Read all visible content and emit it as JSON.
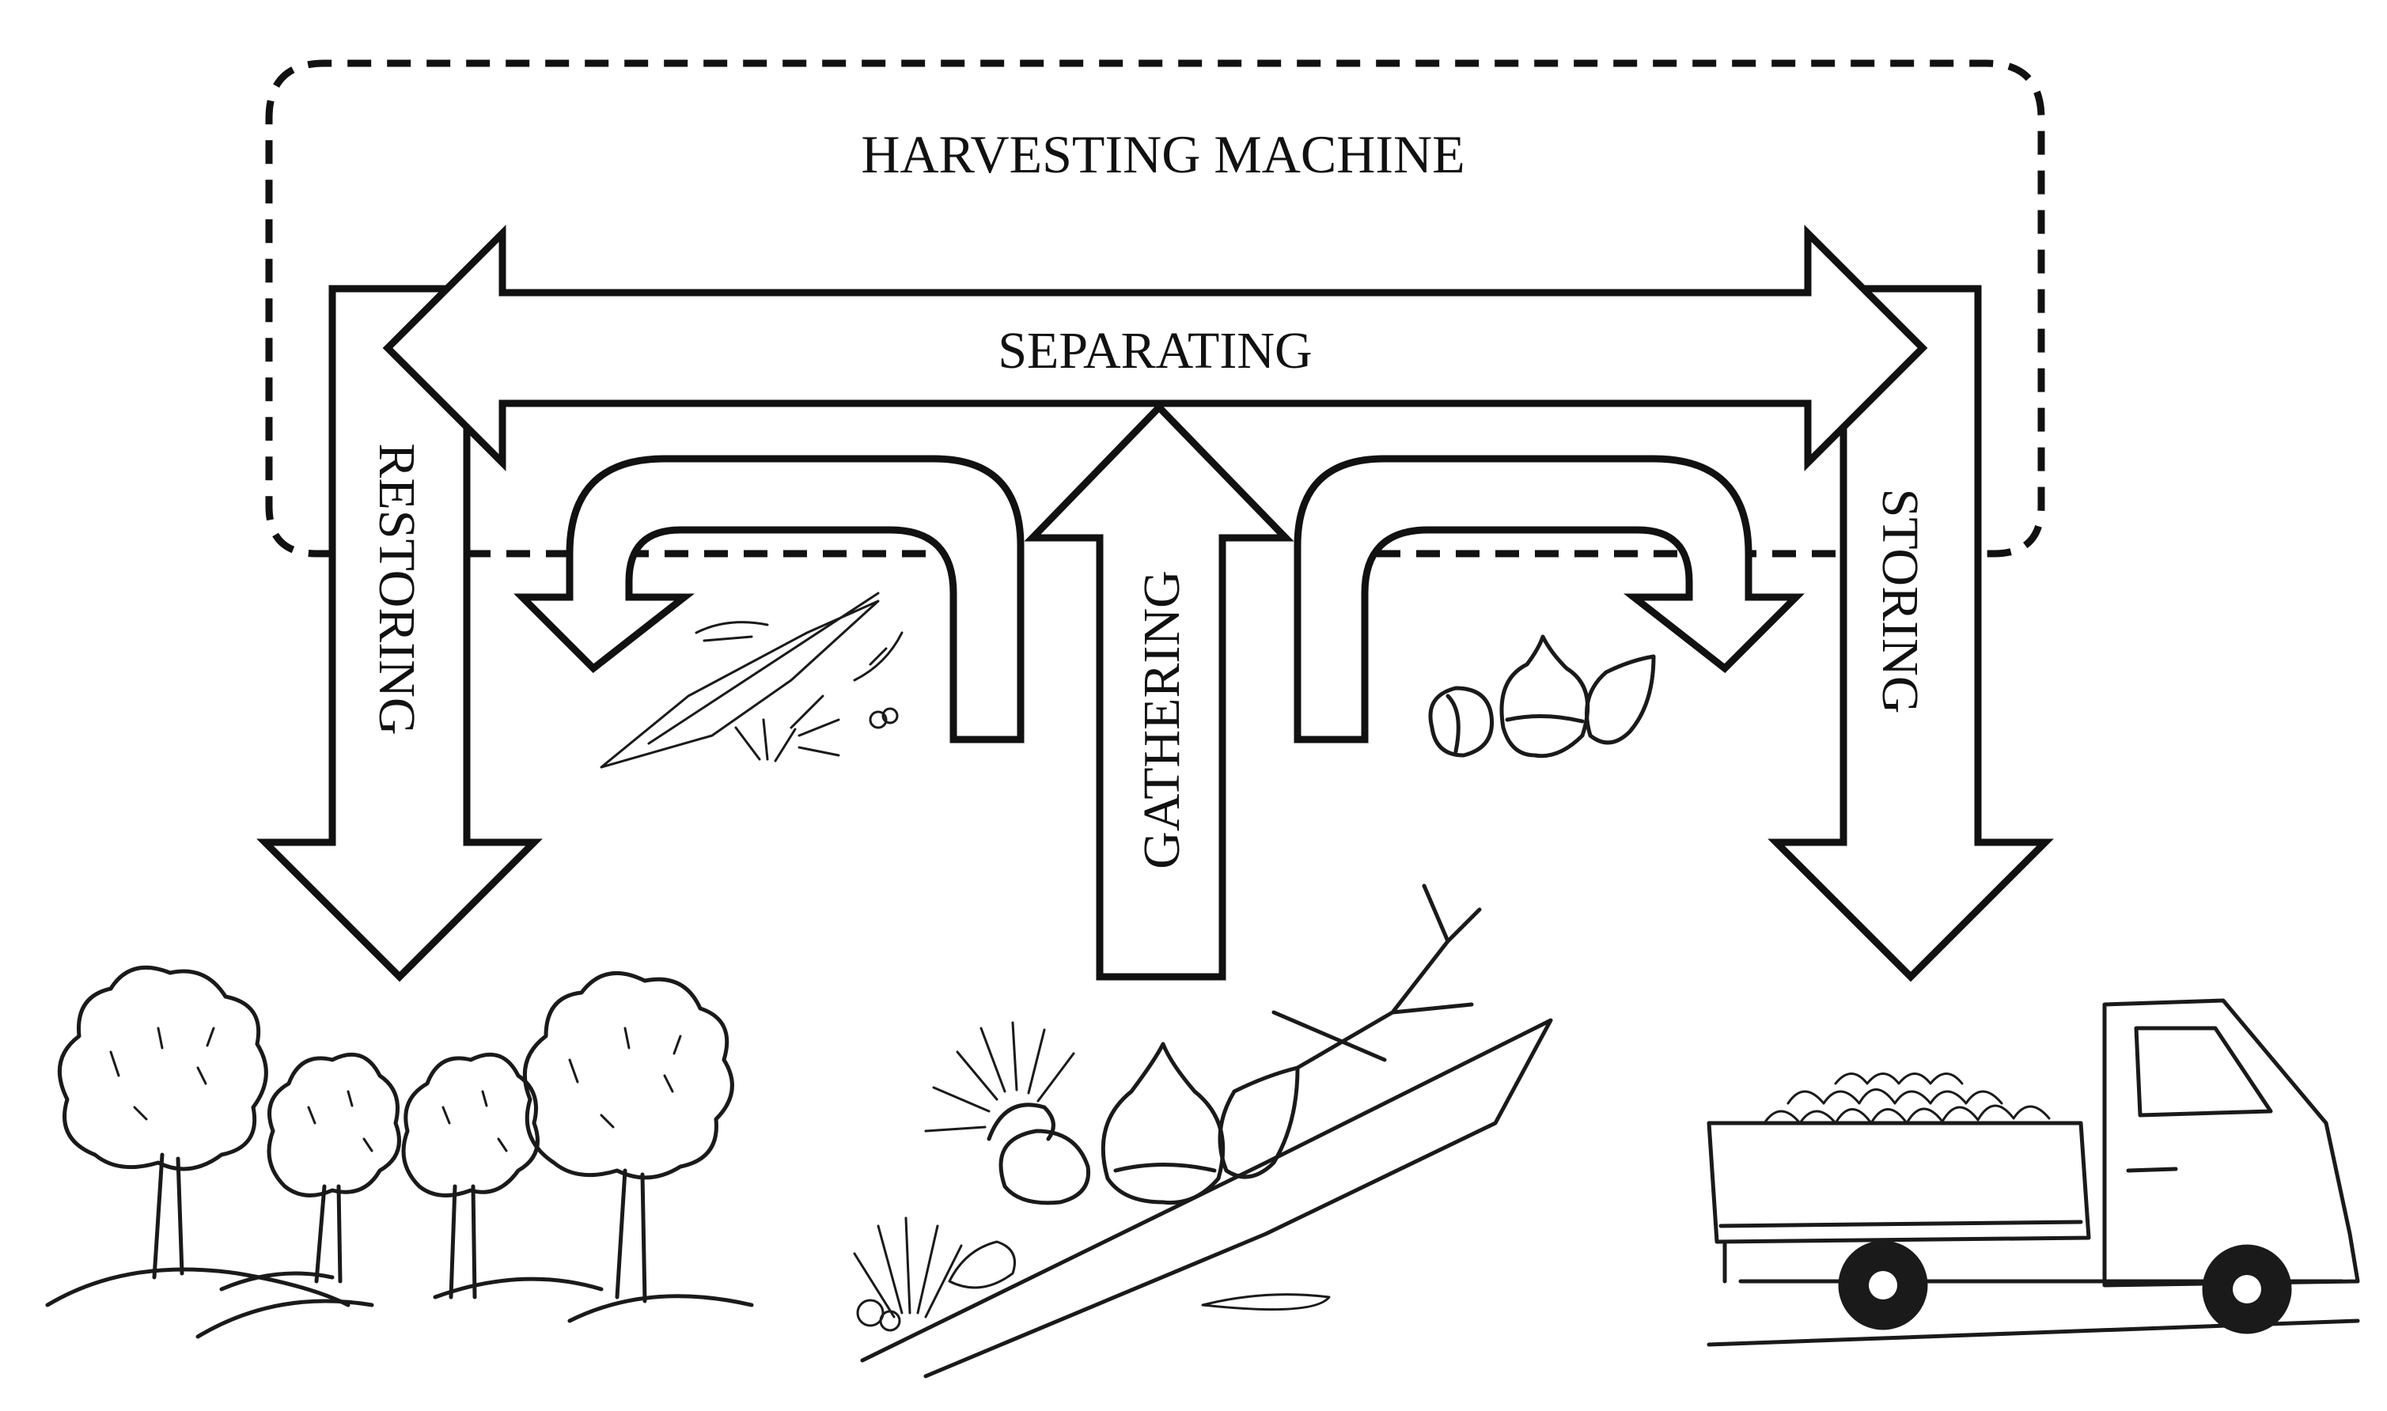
{
  "labels": {
    "machine": "HARVESTING MACHINE",
    "separating": "SEPARATING",
    "restoring": "RESTORING",
    "gathering": "GATHERING",
    "storing": "STORING"
  },
  "colors": {
    "stroke": "#111111",
    "background": "#ffffff"
  },
  "icons": [
    "trees-icon",
    "chestnut-ground-icon",
    "debris-icon",
    "chestnuts-icon",
    "truck-icon"
  ]
}
